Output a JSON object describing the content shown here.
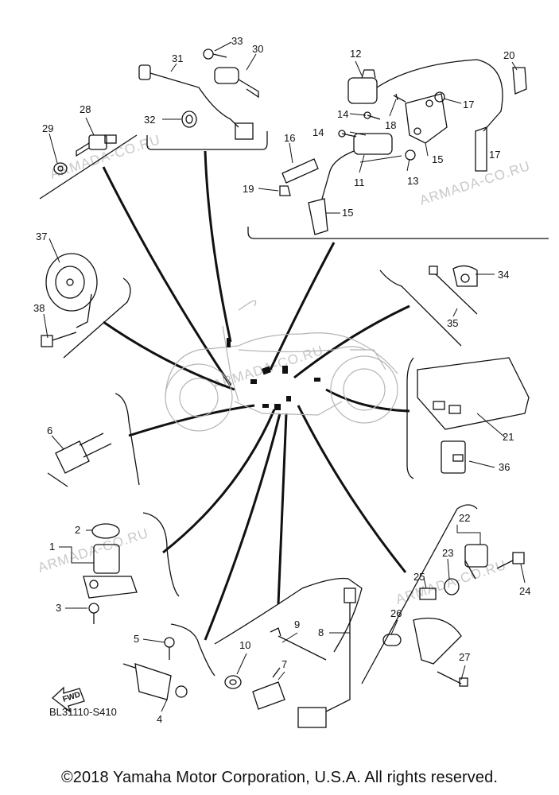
{
  "callouts": [
    {
      "id": "p33",
      "text": "33"
    },
    {
      "id": "p30",
      "text": "30"
    },
    {
      "id": "p31",
      "text": "31"
    },
    {
      "id": "p12",
      "text": "12"
    },
    {
      "id": "p20",
      "text": "20"
    },
    {
      "id": "p28",
      "text": "28"
    },
    {
      "id": "p29",
      "text": "29"
    },
    {
      "id": "p32",
      "text": "32"
    },
    {
      "id": "p16",
      "text": "16"
    },
    {
      "id": "p14a",
      "text": "14"
    },
    {
      "id": "p14b",
      "text": "14"
    },
    {
      "id": "p18",
      "text": "18"
    },
    {
      "id": "p17a",
      "text": "17"
    },
    {
      "id": "p17b",
      "text": "17"
    },
    {
      "id": "p15a",
      "text": "15"
    },
    {
      "id": "p15b",
      "text": "15"
    },
    {
      "id": "p11",
      "text": "11"
    },
    {
      "id": "p13",
      "text": "13"
    },
    {
      "id": "p19",
      "text": "19"
    },
    {
      "id": "p37",
      "text": "37"
    },
    {
      "id": "p38",
      "text": "38"
    },
    {
      "id": "p34",
      "text": "34"
    },
    {
      "id": "p35",
      "text": "35"
    },
    {
      "id": "p6",
      "text": "6"
    },
    {
      "id": "p21",
      "text": "21"
    },
    {
      "id": "p36",
      "text": "36"
    },
    {
      "id": "p2",
      "text": "2"
    },
    {
      "id": "p1",
      "text": "1"
    },
    {
      "id": "p3",
      "text": "3"
    },
    {
      "id": "p22",
      "text": "22"
    },
    {
      "id": "p23",
      "text": "23"
    },
    {
      "id": "p24",
      "text": "24"
    },
    {
      "id": "p25",
      "text": "25"
    },
    {
      "id": "p26",
      "text": "26"
    },
    {
      "id": "p27",
      "text": "27"
    },
    {
      "id": "p5",
      "text": "5"
    },
    {
      "id": "p4",
      "text": "4"
    },
    {
      "id": "p10",
      "text": "10"
    },
    {
      "id": "p9",
      "text": "9"
    },
    {
      "id": "p8",
      "text": "8"
    },
    {
      "id": "p7",
      "text": "7"
    }
  ],
  "watermark": "ARMADA-CO.RU",
  "fwd_label": "FWD",
  "diagram_code": "BL31110-S410",
  "copyright": "©2018 Yamaha Motor Corporation, U.S.A. All rights reserved."
}
